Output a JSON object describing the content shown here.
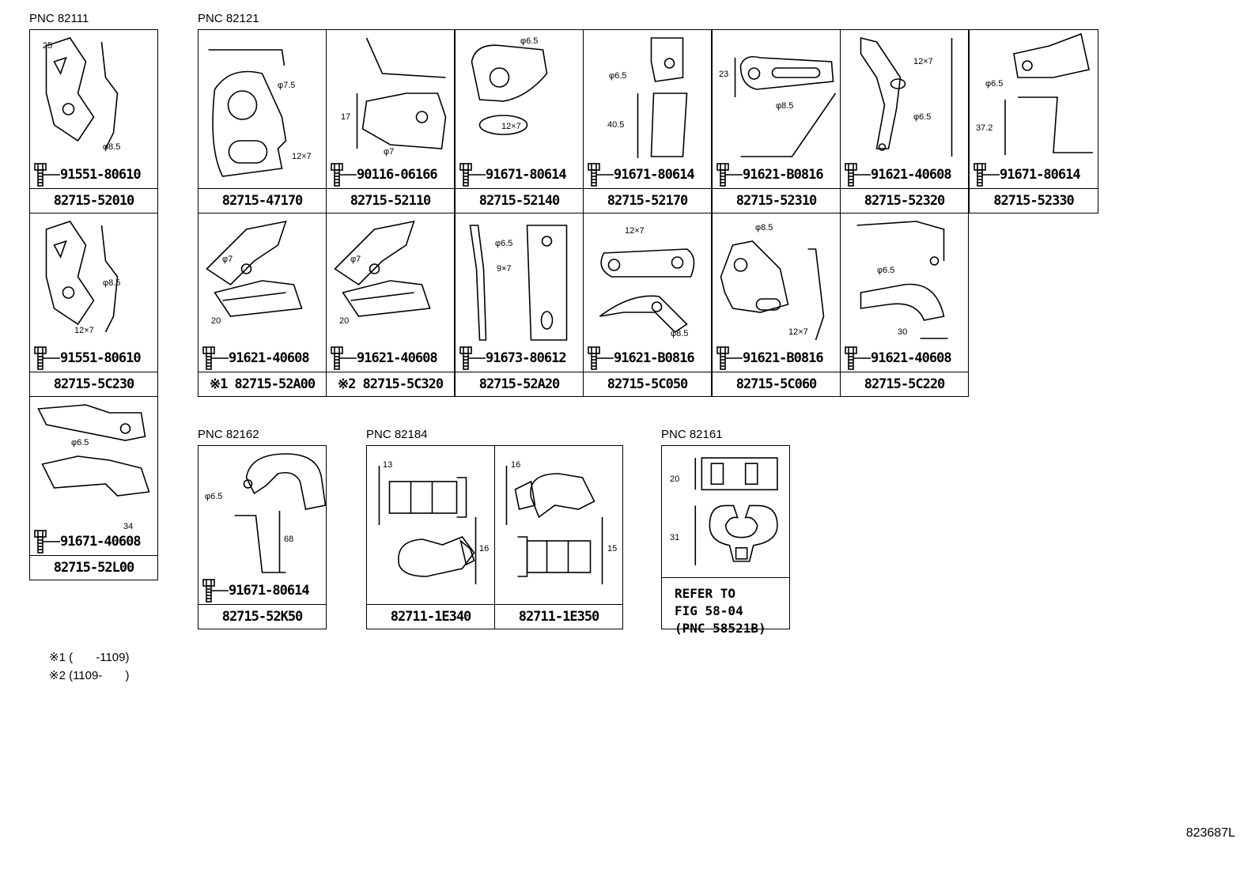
{
  "groups": [
    {
      "label": "PNC 82111"
    },
    {
      "label": "PNC 82121"
    },
    {
      "label": "PNC 82162"
    },
    {
      "label": "PNC 82184"
    },
    {
      "label": "PNC 82161"
    }
  ],
  "cells": {
    "c82111_1": {
      "bolt": "91551-80610",
      "part": "82715-52010",
      "dims": [
        "25",
        "φ8.5"
      ]
    },
    "c82111_2": {
      "bolt": "91551-80610",
      "part": "82715-5C230",
      "dims": [
        "φ8.5",
        "12×7"
      ]
    },
    "c82111_3": {
      "bolt": "91671-40608",
      "part": "82715-52L00",
      "dims": [
        "φ6.5",
        "34"
      ]
    },
    "r1_1": {
      "bolt": "",
      "part": "82715-47170",
      "dims": [
        "φ7.5",
        "12×7"
      ]
    },
    "r1_2": {
      "bolt": "90116-06166",
      "part": "82715-52110",
      "dims": [
        "17",
        "φ7"
      ]
    },
    "r1_3": {
      "bolt": "91671-80614",
      "part": "82715-52140",
      "dims": [
        "φ6.5",
        "12×7"
      ]
    },
    "r1_4": {
      "bolt": "91671-80614",
      "part": "82715-52170",
      "dims": [
        "φ6.5",
        "40.5"
      ]
    },
    "r1_5": {
      "bolt": "91621-B0816",
      "part": "82715-52310",
      "dims": [
        "23",
        "φ8.5"
      ]
    },
    "r1_6": {
      "bolt": "91621-40608",
      "part": "82715-52320",
      "dims": [
        "12×7",
        "φ6.5"
      ]
    },
    "r1_7": {
      "bolt": "91671-80614",
      "part": "82715-52330",
      "dims": [
        "φ6.5",
        "37.2"
      ]
    },
    "r2_1": {
      "bolt": "91621-40608",
      "part": "※1 82715-52A00",
      "dims": [
        "φ7",
        "20"
      ]
    },
    "r2_2": {
      "bolt": "91621-40608",
      "part": "※2 82715-5C320",
      "dims": [
        "φ7",
        "20"
      ]
    },
    "r2_3": {
      "bolt": "91673-80612",
      "part": "82715-52A20",
      "dims": [
        "φ6.5",
        "9×7"
      ]
    },
    "r2_4": {
      "bolt": "91621-B0816",
      "part": "82715-5C050",
      "dims": [
        "12×7",
        "φ8.5"
      ]
    },
    "r2_5": {
      "bolt": "91621-B0816",
      "part": "82715-5C060",
      "dims": [
        "φ8.5",
        "12×7"
      ]
    },
    "r2_6": {
      "bolt": "91621-40608",
      "part": "82715-5C220",
      "dims": [
        "φ6.5",
        "30"
      ]
    },
    "c82162": {
      "bolt": "91671-80614",
      "part": "82715-52K50",
      "dims": [
        "φ6.5",
        "68"
      ]
    },
    "c82184_1": {
      "part": "82711-1E340",
      "dims": [
        "13",
        "16"
      ]
    },
    "c82184_2": {
      "part": "82711-1E350",
      "dims": [
        "16",
        "15"
      ]
    },
    "c82161": {
      "ref1": "REFER TO",
      "ref2": "FIG 58-04",
      "ref3": "(PNC 58521B)",
      "dims": [
        "20",
        "31"
      ]
    }
  },
  "notes": [
    "※1 (       -1109)",
    "※2 (1109-       )"
  ],
  "figure_id": "823687L"
}
